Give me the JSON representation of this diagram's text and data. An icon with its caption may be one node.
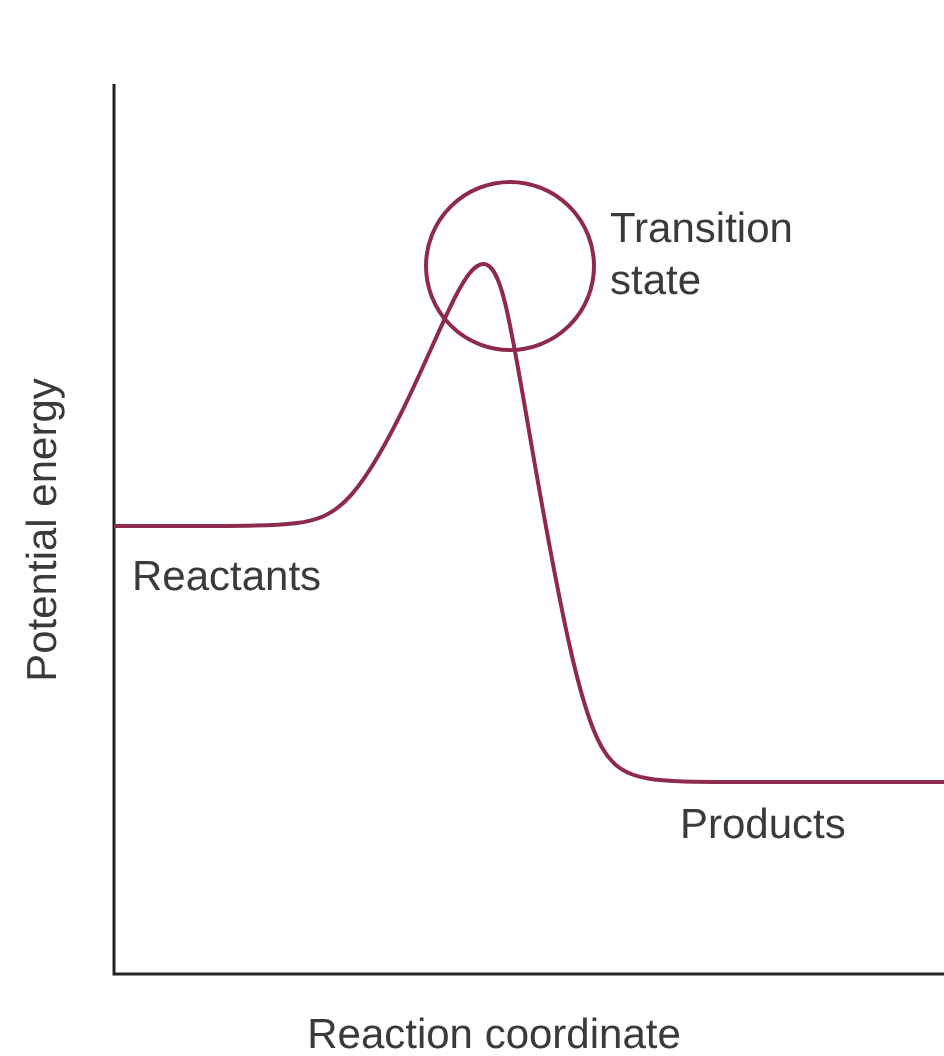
{
  "diagram": {
    "labels": [
      "Transition state",
      "Potential energy",
      "Reactants",
      "Products",
      "Reaction coordinate"
    ]
  }
}
